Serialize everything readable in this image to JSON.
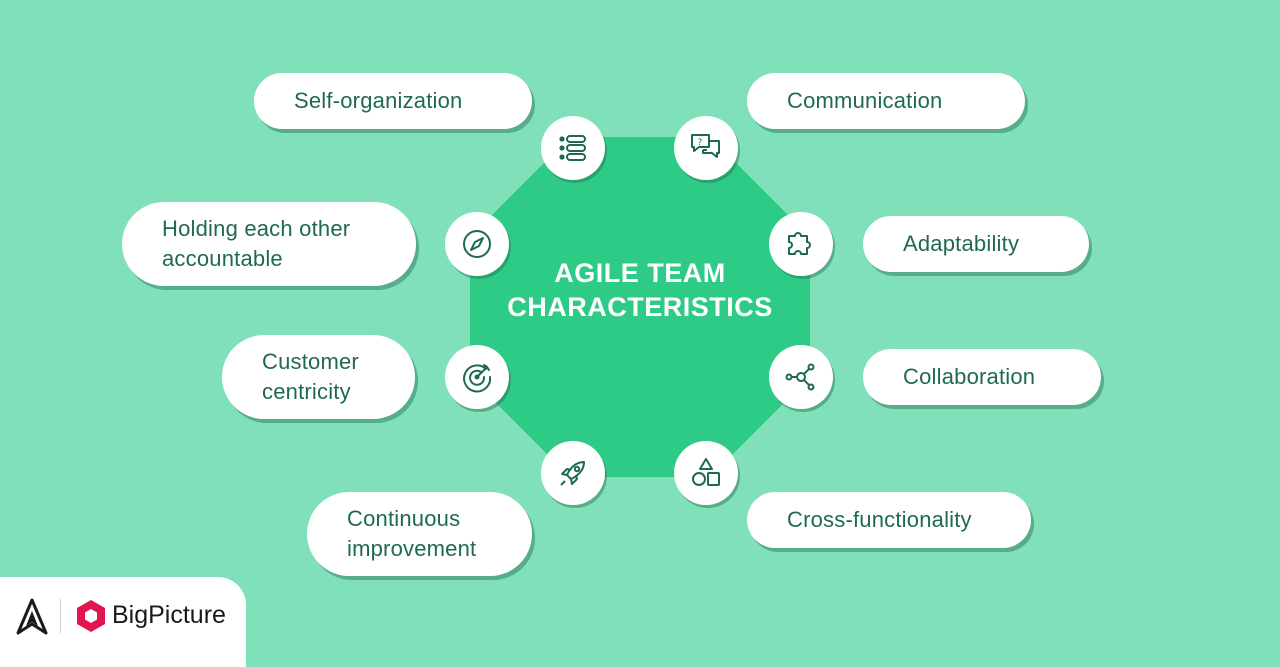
{
  "title": "AGILE TEAM\nCHARACTERISTICS",
  "colors": {
    "background": "#7fe0b9",
    "octagon": "#2ecb86",
    "text": "#1f6a4f",
    "brand": "#e3154f"
  },
  "characteristics": [
    {
      "label": "Self-organization",
      "icon": "list-icon"
    },
    {
      "label": "Communication",
      "icon": "chat-question-icon"
    },
    {
      "label": "Holding each other\naccountable",
      "icon": "compass-icon"
    },
    {
      "label": "Adaptability",
      "icon": "puzzle-icon"
    },
    {
      "label": "Customer\ncentricity",
      "icon": "target-icon"
    },
    {
      "label": "Collaboration",
      "icon": "network-icon"
    },
    {
      "label": "Continuous\nimprovement",
      "icon": "rocket-icon"
    },
    {
      "label": "Cross-functionality",
      "icon": "shapes-icon"
    }
  ],
  "brand": {
    "name": "BigPicture"
  }
}
